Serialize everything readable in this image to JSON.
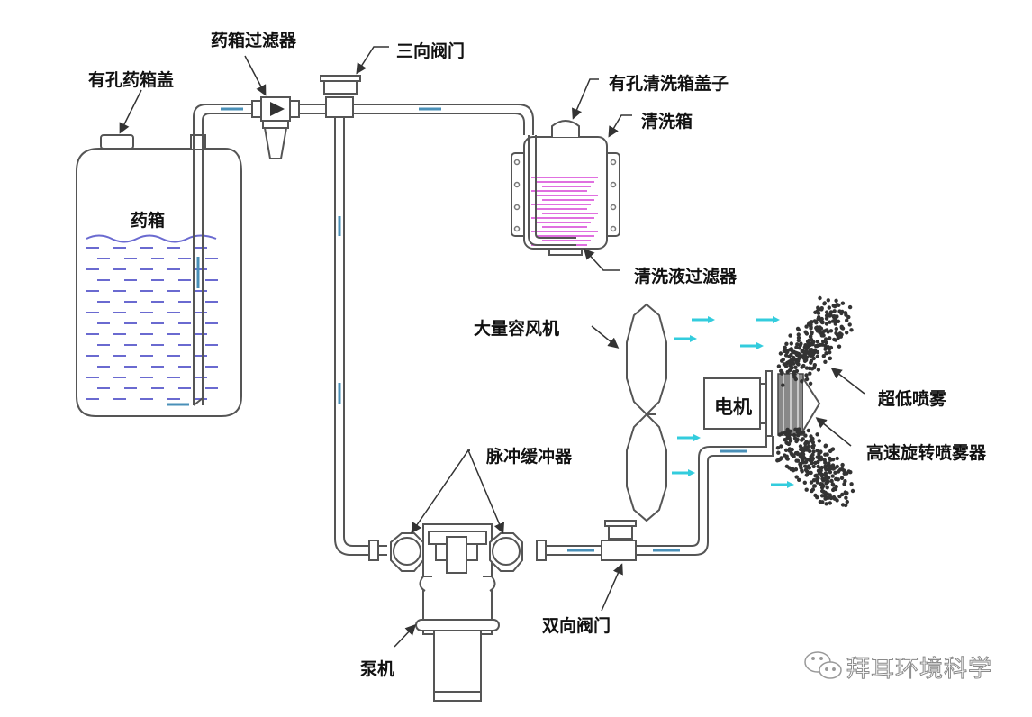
{
  "diagram": {
    "title_hint": "",
    "colors": {
      "line": "#555555",
      "pesticide_liquid": "#6a6ad0",
      "cleaning_liquid": "#e070e0",
      "flow_arrow": "#4a90b8",
      "air_arrow": "#33ccdd",
      "spray_dots": "#333333",
      "watermark": "#8a8a8a"
    },
    "labels": {
      "tank_cap": "有孔药箱盖",
      "tank_filter": "药箱过滤器",
      "three_way_valve": "三向阀门",
      "cleaning_tank_cap": "有孔清洗箱盖子",
      "cleaning_tank": "清洗箱",
      "cleaning_filter": "清洗液过滤器",
      "pesticide_tank": "药箱",
      "fan": "大量容风机",
      "motor": "电机",
      "ulv_spray": "超低喷雾",
      "rotary_atomizer": "高速旋转喷雾器",
      "pulse_damper": "脉冲缓冲器",
      "two_way_valve": "双向阀门",
      "pump": "泵机"
    },
    "watermark": {
      "icon": "wechat-icon",
      "text": "拜耳环境科学"
    }
  }
}
